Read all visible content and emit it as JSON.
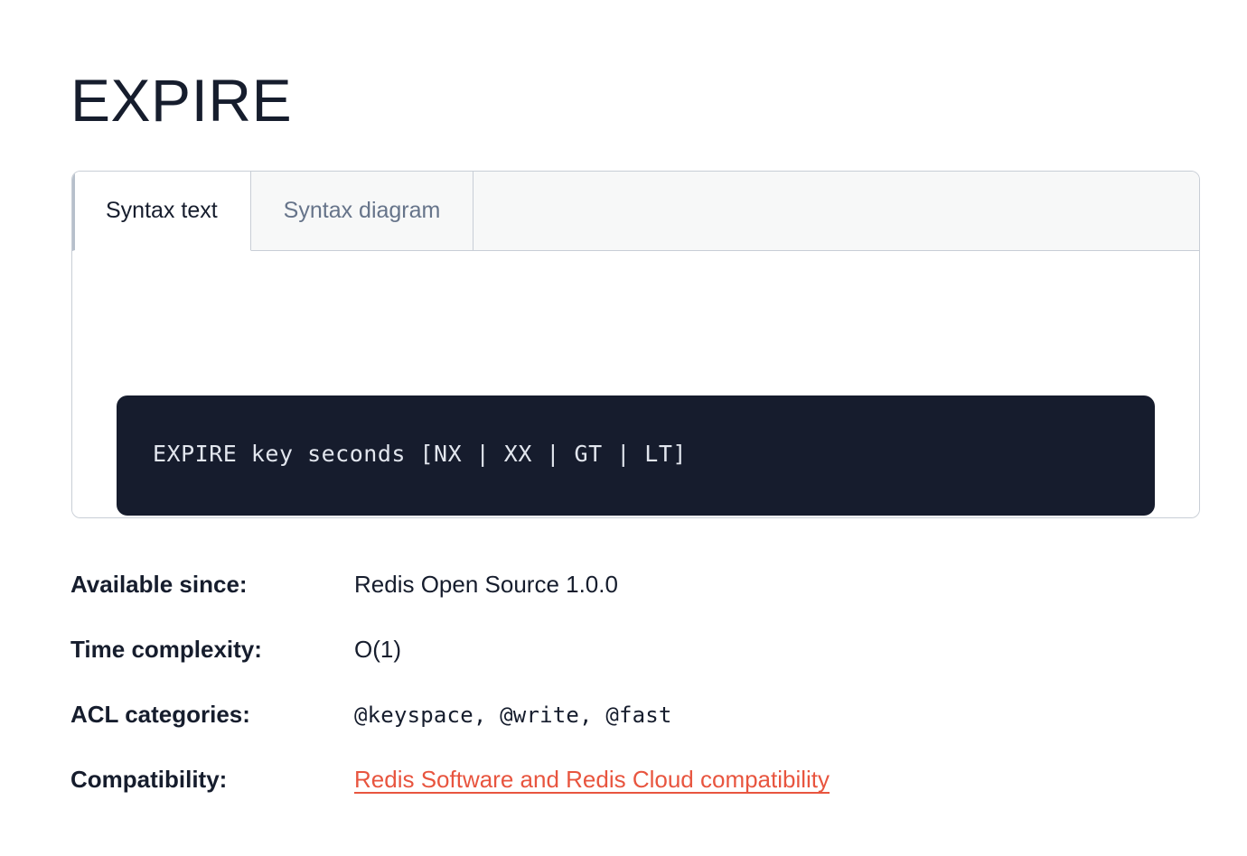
{
  "page": {
    "title": "EXPIRE",
    "background_color": "#ffffff"
  },
  "syntax_card": {
    "tabs": [
      {
        "label": "Syntax text",
        "active": true
      },
      {
        "label": "Syntax diagram",
        "active": false
      }
    ],
    "code": "EXPIRE key seconds [NX | XX | GT | LT]",
    "code_background_color": "#161c2d",
    "code_text_color": "#e2e6ee",
    "border_color": "#c8ced6",
    "inactive_tab_background": "#f7f8f8"
  },
  "meta": {
    "rows": [
      {
        "label": "Available since:",
        "value": "Redis Open Source 1.0.0",
        "style": "text"
      },
      {
        "label": "Time complexity:",
        "value": "O(1)",
        "style": "text"
      },
      {
        "label": "ACL categories:",
        "value": "@keyspace, @write, @fast",
        "style": "mono"
      },
      {
        "label": "Compatibility:",
        "value": "Redis Software and Redis Cloud compatibility",
        "style": "link"
      }
    ]
  },
  "colors": {
    "text": "#161d2d",
    "muted_text": "#66748a",
    "link": "#e8553f",
    "border": "#c8ced6"
  }
}
